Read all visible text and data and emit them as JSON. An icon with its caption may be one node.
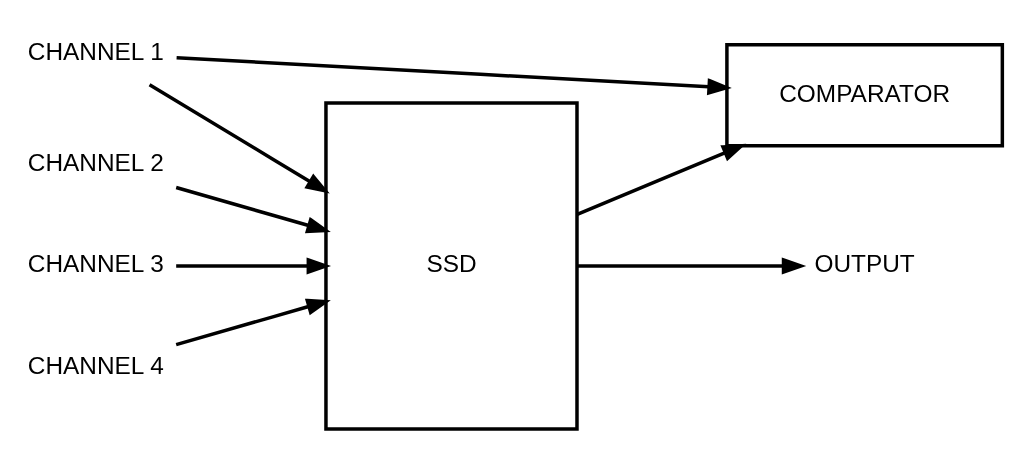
{
  "diagram": {
    "nodes": [
      {
        "text": [
          "COMPARATOR"
        ]
      },
      {
        "text": [
          "SSD"
        ]
      },
      {
        "text": [
          "CHANNEL 1"
        ]
      },
      {
        "text": [
          "CHANNEL 2"
        ]
      },
      {
        "text": [
          "CHANNEL 3"
        ]
      },
      {
        "text": [
          "CHANNEL 4"
        ]
      },
      {
        "text": [
          "OUTPUT"
        ]
      }
    ],
    "edges": [
      {
        "from": 2,
        "to": 1,
        "arrow": "to"
      },
      {
        "from": 2,
        "to": 0,
        "arrow": "to"
      },
      {
        "from": 3,
        "to": 1,
        "arrow": "to"
      },
      {
        "from": 4,
        "to": 1,
        "arrow": "to"
      },
      {
        "from": 5,
        "to": 1,
        "arrow": "to"
      },
      {
        "from": 1,
        "to": 6,
        "arrow": "to"
      },
      {
        "from": 1,
        "to": 0,
        "arrow": "to"
      }
    ]
  }
}
